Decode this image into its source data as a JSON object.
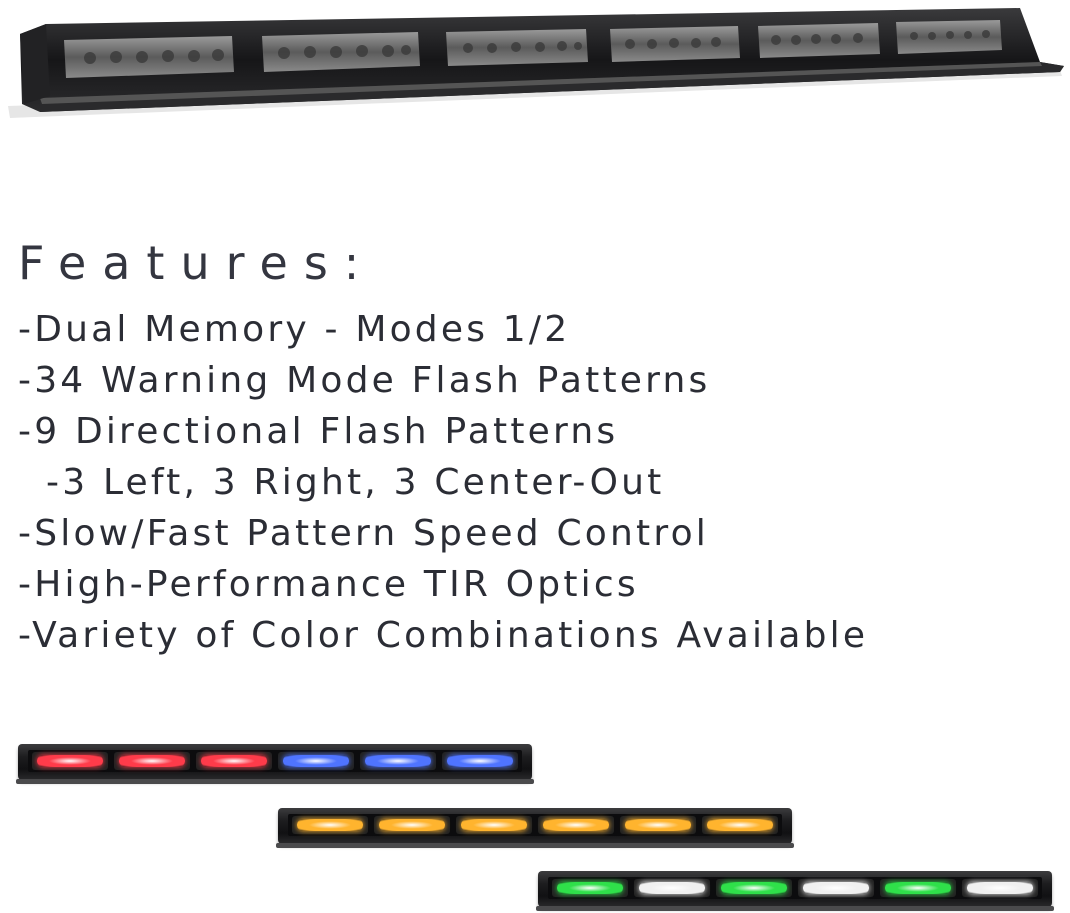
{
  "features": {
    "title": "Features:",
    "items": [
      {
        "text": "-Dual Memory - Modes 1/2",
        "indent": false
      },
      {
        "text": "-34 Warning Mode Flash Patterns",
        "indent": false
      },
      {
        "text": "-9 Directional Flash Patterns",
        "indent": false
      },
      {
        "text": "-3 Left, 3 Right, 3 Center-Out",
        "indent": true
      },
      {
        "text": "-Slow/Fast Pattern Speed Control",
        "indent": false
      },
      {
        "text": "-High-Performance TIR Optics",
        "indent": false
      },
      {
        "text": "-Variety of Color Combinations Available",
        "indent": false
      }
    ]
  },
  "color_variants": [
    {
      "name": "red-blue",
      "lamps": [
        "#ff3b4a",
        "#ff3b4a",
        "#ff3b4a",
        "#4f74ff",
        "#4f74ff",
        "#4f74ff"
      ]
    },
    {
      "name": "amber",
      "lamps": [
        "#ffb42e",
        "#ffb42e",
        "#ffb42e",
        "#ffb42e",
        "#ffb42e",
        "#ffb42e"
      ]
    },
    {
      "name": "green-white",
      "lamps": [
        "#2fe04a",
        "#f0f0f0",
        "#2fe04a",
        "#f0f0f0",
        "#2fe04a",
        "#f0f0f0"
      ]
    }
  ]
}
